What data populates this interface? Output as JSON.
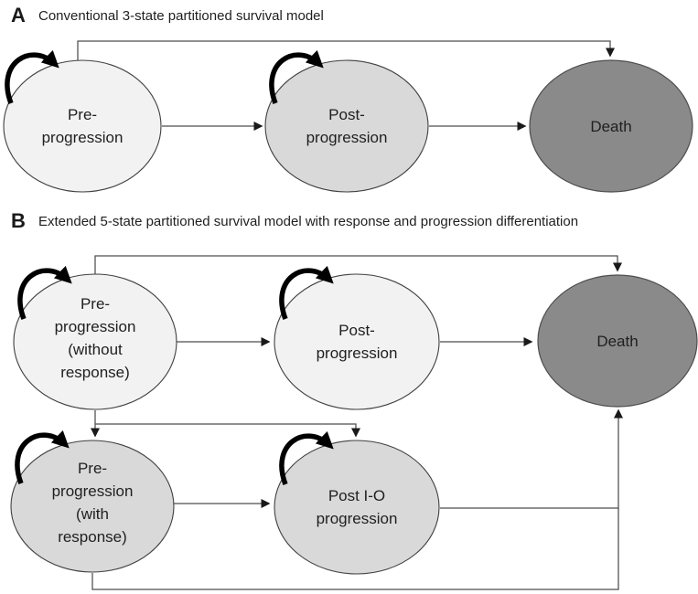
{
  "figure": {
    "colors": {
      "light_state": "#f2f2f2",
      "medium_state": "#d9d9d9",
      "dark_state": "#8a8a8a",
      "line": "#4d4d4d",
      "self_loop": "#000000"
    },
    "panelA": {
      "label": "A",
      "title": "Conventional 3-state partitioned survival model",
      "states": {
        "pre": {
          "name": "Pre-progression",
          "lines": [
            "Pre-",
            "progression"
          ],
          "fill": "#f2f2f2",
          "self_loop": true
        },
        "post": {
          "name": "Post-progression",
          "lines": [
            "Post-",
            "progression"
          ],
          "fill": "#d9d9d9",
          "self_loop": true
        },
        "death": {
          "name": "Death",
          "lines": [
            "Death"
          ],
          "fill": "#8a8a8a",
          "self_loop": false
        }
      },
      "transitions": [
        {
          "from": "Pre-progression",
          "to": "Post-progression"
        },
        {
          "from": "Post-progression",
          "to": "Death"
        },
        {
          "from": "Pre-progression",
          "to": "Death"
        },
        {
          "from": "Pre-progression",
          "to": "Pre-progression",
          "type": "self"
        },
        {
          "from": "Post-progression",
          "to": "Post-progression",
          "type": "self"
        }
      ]
    },
    "panelB": {
      "label": "B",
      "title": "Extended 5-state partitioned survival model with response and progression differentiation",
      "states": {
        "preNoResponse": {
          "name": "Pre-progression (without response)",
          "lines": [
            "Pre-",
            "progression",
            "(without",
            "response)"
          ],
          "fill": "#f2f2f2",
          "self_loop": true
        },
        "postProgression": {
          "name": "Post-progression",
          "lines": [
            "Post-",
            "progression"
          ],
          "fill": "#f2f2f2",
          "self_loop": true
        },
        "death": {
          "name": "Death",
          "lines": [
            "Death"
          ],
          "fill": "#8a8a8a",
          "self_loop": false
        },
        "preWithResponse": {
          "name": "Pre-progression (with response)",
          "lines": [
            "Pre-",
            "progression",
            "(with",
            "response)"
          ],
          "fill": "#d9d9d9",
          "self_loop": true
        },
        "postIO": {
          "name": "Post I-O progression",
          "lines": [
            "Post I-O",
            "progression"
          ],
          "fill": "#d9d9d9",
          "self_loop": true
        }
      },
      "transitions": [
        {
          "from": "Pre-progression (without response)",
          "to": "Post-progression"
        },
        {
          "from": "Post-progression",
          "to": "Death"
        },
        {
          "from": "Pre-progression (without response)",
          "to": "Death"
        },
        {
          "from": "Pre-progression (without response)",
          "to": "Pre-progression (with response)"
        },
        {
          "from": "Pre-progression (without response)",
          "to": "Post I-O progression"
        },
        {
          "from": "Pre-progression (with response)",
          "to": "Post I-O progression"
        },
        {
          "from": "Post I-O progression",
          "to": "Death"
        },
        {
          "from": "Pre-progression (with response)",
          "to": "Death"
        },
        {
          "from": "Pre-progression (without response)",
          "to": "Pre-progression (without response)",
          "type": "self"
        },
        {
          "from": "Post-progression",
          "to": "Post-progression",
          "type": "self"
        },
        {
          "from": "Pre-progression (with response)",
          "to": "Pre-progression (with response)",
          "type": "self"
        },
        {
          "from": "Post I-O progression",
          "to": "Post I-O progression",
          "type": "self"
        }
      ]
    }
  }
}
